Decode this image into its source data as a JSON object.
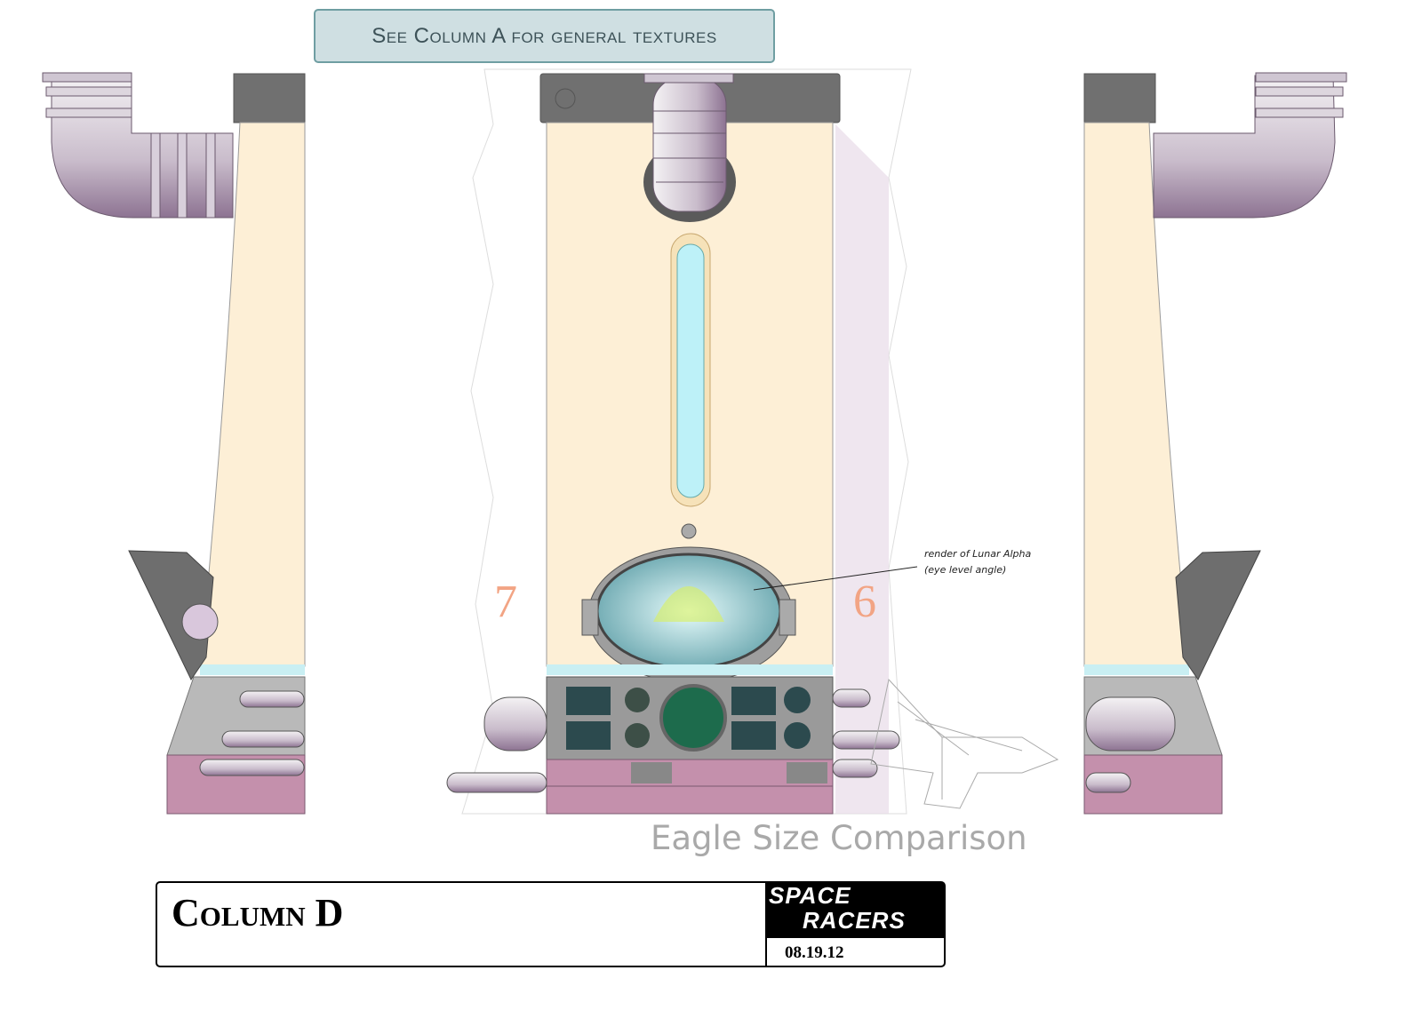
{
  "banner": {
    "text": "See Column A for general textures"
  },
  "labels": {
    "left_number": "7",
    "right_number": "6"
  },
  "annotation": {
    "line1": "render of Lunar Alpha",
    "line2": "(eye level angle)"
  },
  "caption": "Eagle Size Comparison",
  "title_block": {
    "title": "Column D",
    "logo_line1": "SPACE",
    "logo_line2": "RACERS",
    "date": "08.19.12"
  },
  "colors": {
    "cream": "#fdefd6",
    "cap_gray": "#707070",
    "base_gray": "#b9b9b9",
    "base_purple": "#c490ac",
    "glass": "#bdf1f8",
    "banner": "#cfdfe2",
    "numbers": "#f2a484"
  }
}
